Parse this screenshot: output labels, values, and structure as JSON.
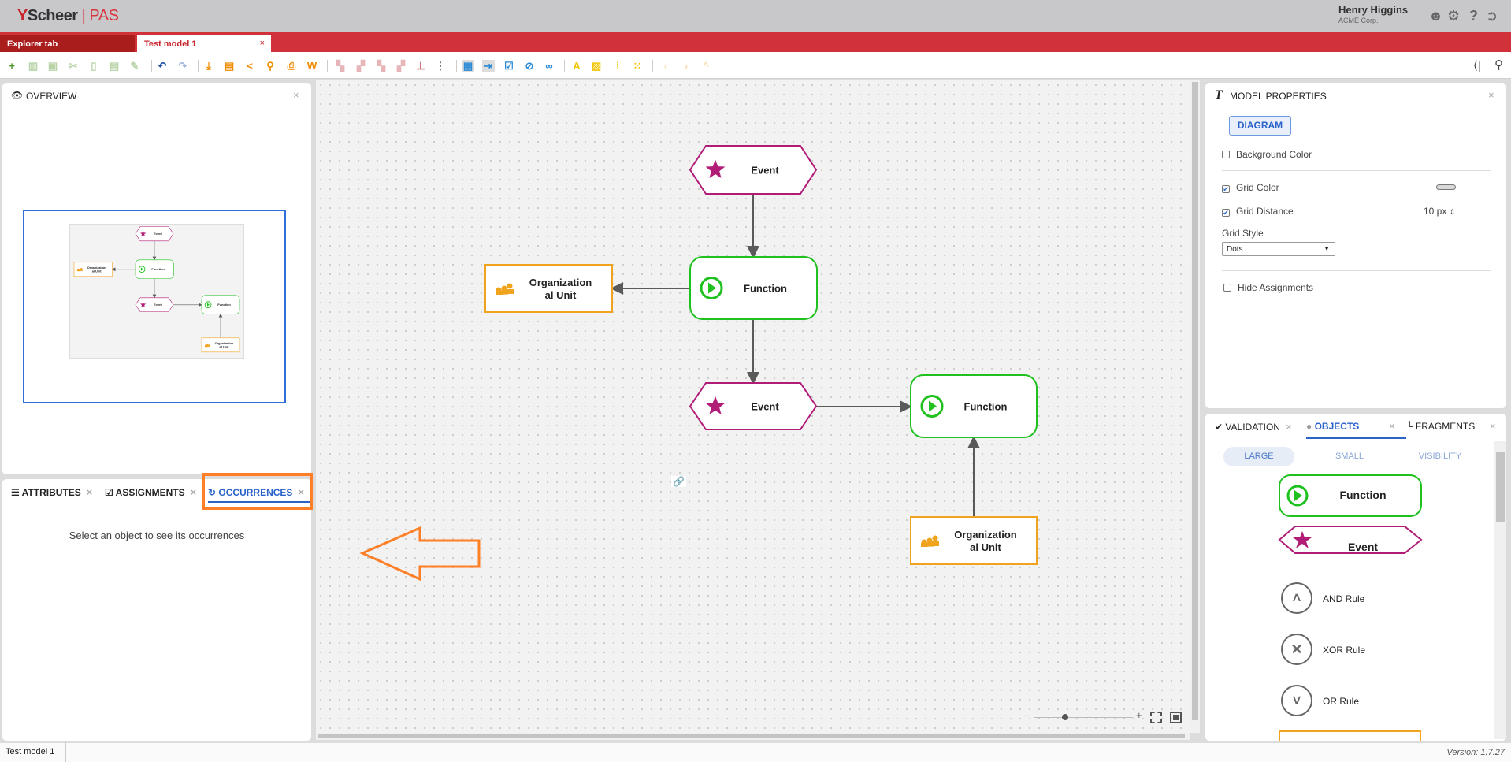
{
  "app": {
    "logo": "Scheer",
    "logo_product": "PAS",
    "user_name": "Henry Higgins",
    "user_org": "ACME Corp.",
    "version": "Version: 1.7.27"
  },
  "tabs": [
    {
      "label": "Explorer tab"
    },
    {
      "label": "Test model 1",
      "active": true
    }
  ],
  "toolbar": {
    "icons": [
      "new-model",
      "delete",
      "duplicate",
      "cut",
      "copy",
      "paste",
      "format-painter",
      "undo",
      "redo",
      "export",
      "export-document",
      "share",
      "pin",
      "print",
      "word-export",
      "bring-front",
      "send-back",
      "group",
      "ungroup",
      "hierarchy",
      "more",
      "grid-layout",
      "snap",
      "validate",
      "hide-connections",
      "link",
      "text",
      "image",
      "grid-dots",
      "grid-small",
      "previous",
      "next",
      "up"
    ]
  },
  "overview": {
    "title": "OVERVIEW"
  },
  "bottom_left": {
    "tabs": [
      {
        "label": "ATTRIBUTES"
      },
      {
        "label": "ASSIGNMENTS"
      },
      {
        "label": "OCCURRENCES",
        "active": true
      }
    ],
    "message": "Select an object to see its occurrences"
  },
  "diagram": {
    "nodes": [
      {
        "type": "event",
        "label": "Event"
      },
      {
        "type": "function",
        "label": "Function"
      },
      {
        "type": "org",
        "label": "Organization",
        "label2": "al Unit"
      },
      {
        "type": "event",
        "label": "Event"
      },
      {
        "type": "function",
        "label": "Function"
      },
      {
        "type": "org",
        "label": "Organization",
        "label2": "al Unit"
      }
    ],
    "colors": {
      "event": "#b01c76",
      "function": "#1ec11e",
      "org": "#f0a31c",
      "edge": "#5a5a5a",
      "annotation": "#ff7f27"
    }
  },
  "model_properties": {
    "title": "MODEL PROPERTIES",
    "diagram_btn": "DIAGRAM",
    "background_color": {
      "label": "Background Color",
      "checked": false
    },
    "grid_color": {
      "label": "Grid Color",
      "checked": true,
      "value": "#d9d9d9"
    },
    "grid_distance": {
      "label": "Grid Distance",
      "checked": true,
      "value": "10 px"
    },
    "grid_style": {
      "label": "Grid Style",
      "value": "Dots"
    },
    "hide_assignments": {
      "label": "Hide Assignments",
      "checked": false
    }
  },
  "objects_panel": {
    "tabs": [
      {
        "label": "VALIDATION"
      },
      {
        "label": "OBJECTS",
        "active": true
      },
      {
        "label": "FRAGMENTS"
      }
    ],
    "subtabs": [
      {
        "label": "LARGE",
        "active": true
      },
      {
        "label": "SMALL"
      },
      {
        "label": "VISIBILITY"
      }
    ],
    "items": [
      {
        "label": "Function"
      },
      {
        "label": "Event"
      },
      {
        "label": "AND Rule"
      },
      {
        "label": "XOR Rule"
      },
      {
        "label": "OR Rule"
      }
    ]
  },
  "status": {
    "tab": "Test model 1"
  }
}
